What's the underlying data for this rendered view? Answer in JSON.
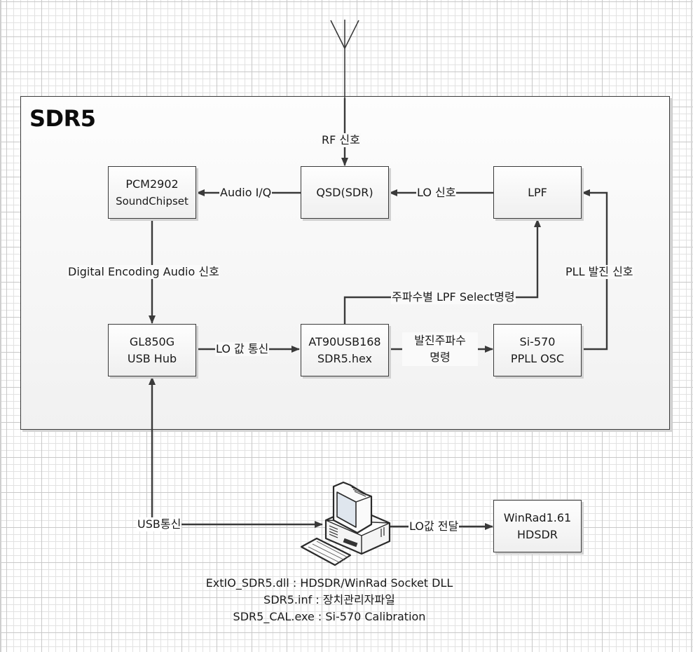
{
  "diagram": {
    "title": "SDR5",
    "blocks": {
      "pcm2902": {
        "line1": "PCM2902",
        "line2": "SoundChipset"
      },
      "qsd": {
        "line1": "QSD(SDR)"
      },
      "lpf": {
        "line1": "LPF"
      },
      "gl850g": {
        "line1": "GL850G",
        "line2": "USB Hub"
      },
      "at90usb": {
        "line1": "AT90USB168",
        "line2": "SDR5.hex"
      },
      "si570": {
        "line1": "Si-570",
        "line2": "PPLL OSC"
      },
      "winrad": {
        "line1": "WinRad1.61",
        "line2": "HDSDR"
      }
    },
    "connectors": {
      "rf": "RF 신호",
      "audio_iq": "Audio I/Q",
      "lo_signal": "LO 신호",
      "digital_audio": "Digital Encoding Audio 신호",
      "pll_signal": "PLL 발진 신호",
      "lpf_select": "주파수별 LPF Select명령",
      "lo_comm": "LO 값 통신",
      "osc_cmd_line1": "발진주파수",
      "osc_cmd_line2": "명령",
      "usb_comm": "USB통신",
      "lo_transfer": "LO값 전달"
    },
    "icons": {
      "antenna": "antenna-icon",
      "computer": "desktop-computer-icon"
    },
    "files": [
      "ExtIO_SDR5.dll : HDSDR/WinRad Socket DLL",
      "SDR5.inf : 장치관리자파일",
      "SDR5_CAL.exe : Si-570 Calibration"
    ],
    "colors": {
      "line": "#3a3a3a",
      "block_fill_top": "#fefefe",
      "block_fill_bottom": "#efefef",
      "grid": "#e2e2e2"
    }
  }
}
